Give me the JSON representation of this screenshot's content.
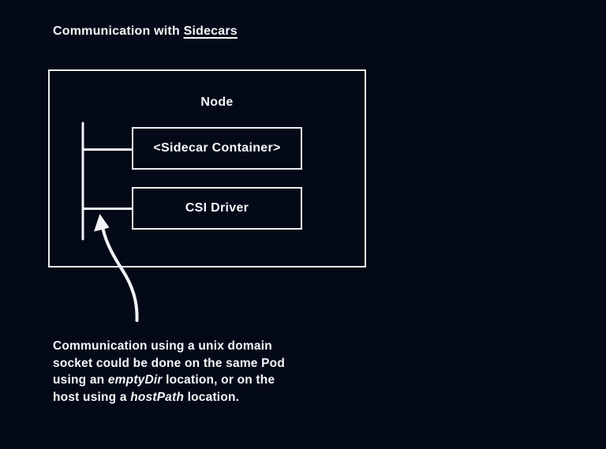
{
  "title": {
    "prefix": "Communication with ",
    "emphasis": "Sidecars"
  },
  "diagram": {
    "node_label": "Node",
    "sidecar_label": "<Sidecar Container>",
    "csi_label": "CSI Driver"
  },
  "caption": {
    "line1": "Communication using a unix domain",
    "line2": "socket could be done on the same Pod",
    "line3_a": "using an ",
    "line3_em": "emptyDir",
    "line3_b": " location, or on the",
    "line4_a": "host using a ",
    "line4_em": "hostPath",
    "line4_b": " location."
  },
  "colors": {
    "background": "#040918",
    "line": "#f2f3f7",
    "border": "#edeef4",
    "text": "#f6f7fa"
  }
}
